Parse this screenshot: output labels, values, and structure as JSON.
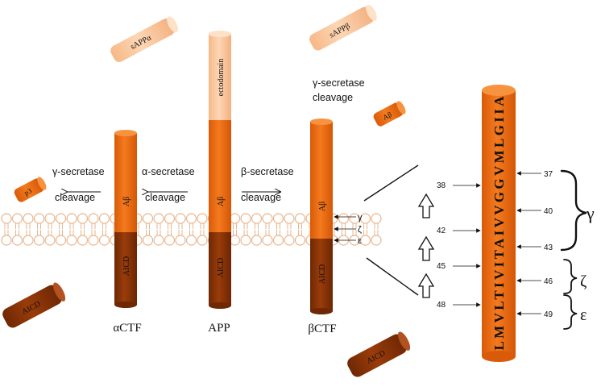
{
  "colors": {
    "light": "#fbc9a0",
    "orange": "#ec6a10",
    "dark": "#8a3306",
    "membrane": "#e9b58c"
  },
  "fragments": {
    "sappa": "sAPPα",
    "sappb": "sAPPβ",
    "abeta": "Aβ",
    "p3": "p3",
    "aicd_left": "AICD",
    "aicd_bottom": "AICD"
  },
  "proteins": {
    "actf": {
      "abeta": "Aβ",
      "aicd": "AICD",
      "name": "αCTF"
    },
    "app": {
      "ecto": "ectodomain",
      "abeta": "Aβ",
      "aicd": "AICD",
      "name": "APP"
    },
    "bctf": {
      "abeta": "Aβ",
      "aicd": "AICD",
      "name": "βCTF"
    }
  },
  "labels": {
    "gamma_secretase_top": "γ-secretase",
    "gamma_cleavage_top": "cleavage",
    "gamma_secretase": "γ-secretase",
    "gamma_cleavage": "cleavage",
    "alpha_secretase": "α-secretase",
    "alpha_cleavage": "cleavage",
    "beta_secretase": "β-secretase",
    "beta_cleavage": "cleavage"
  },
  "cleavage_sites": {
    "gamma": "γ",
    "zeta": "ζ",
    "epsilon": "ε"
  },
  "sequence": "LMVLTIVITAIVVGGVMLGIIA",
  "positions_left": [
    "38",
    "42",
    "45",
    "48"
  ],
  "positions_right": [
    "37",
    "40",
    "43",
    "46",
    "49"
  ],
  "brace_labels": {
    "gamma": "γ",
    "zeta": "ζ",
    "epsilon": "ε"
  }
}
